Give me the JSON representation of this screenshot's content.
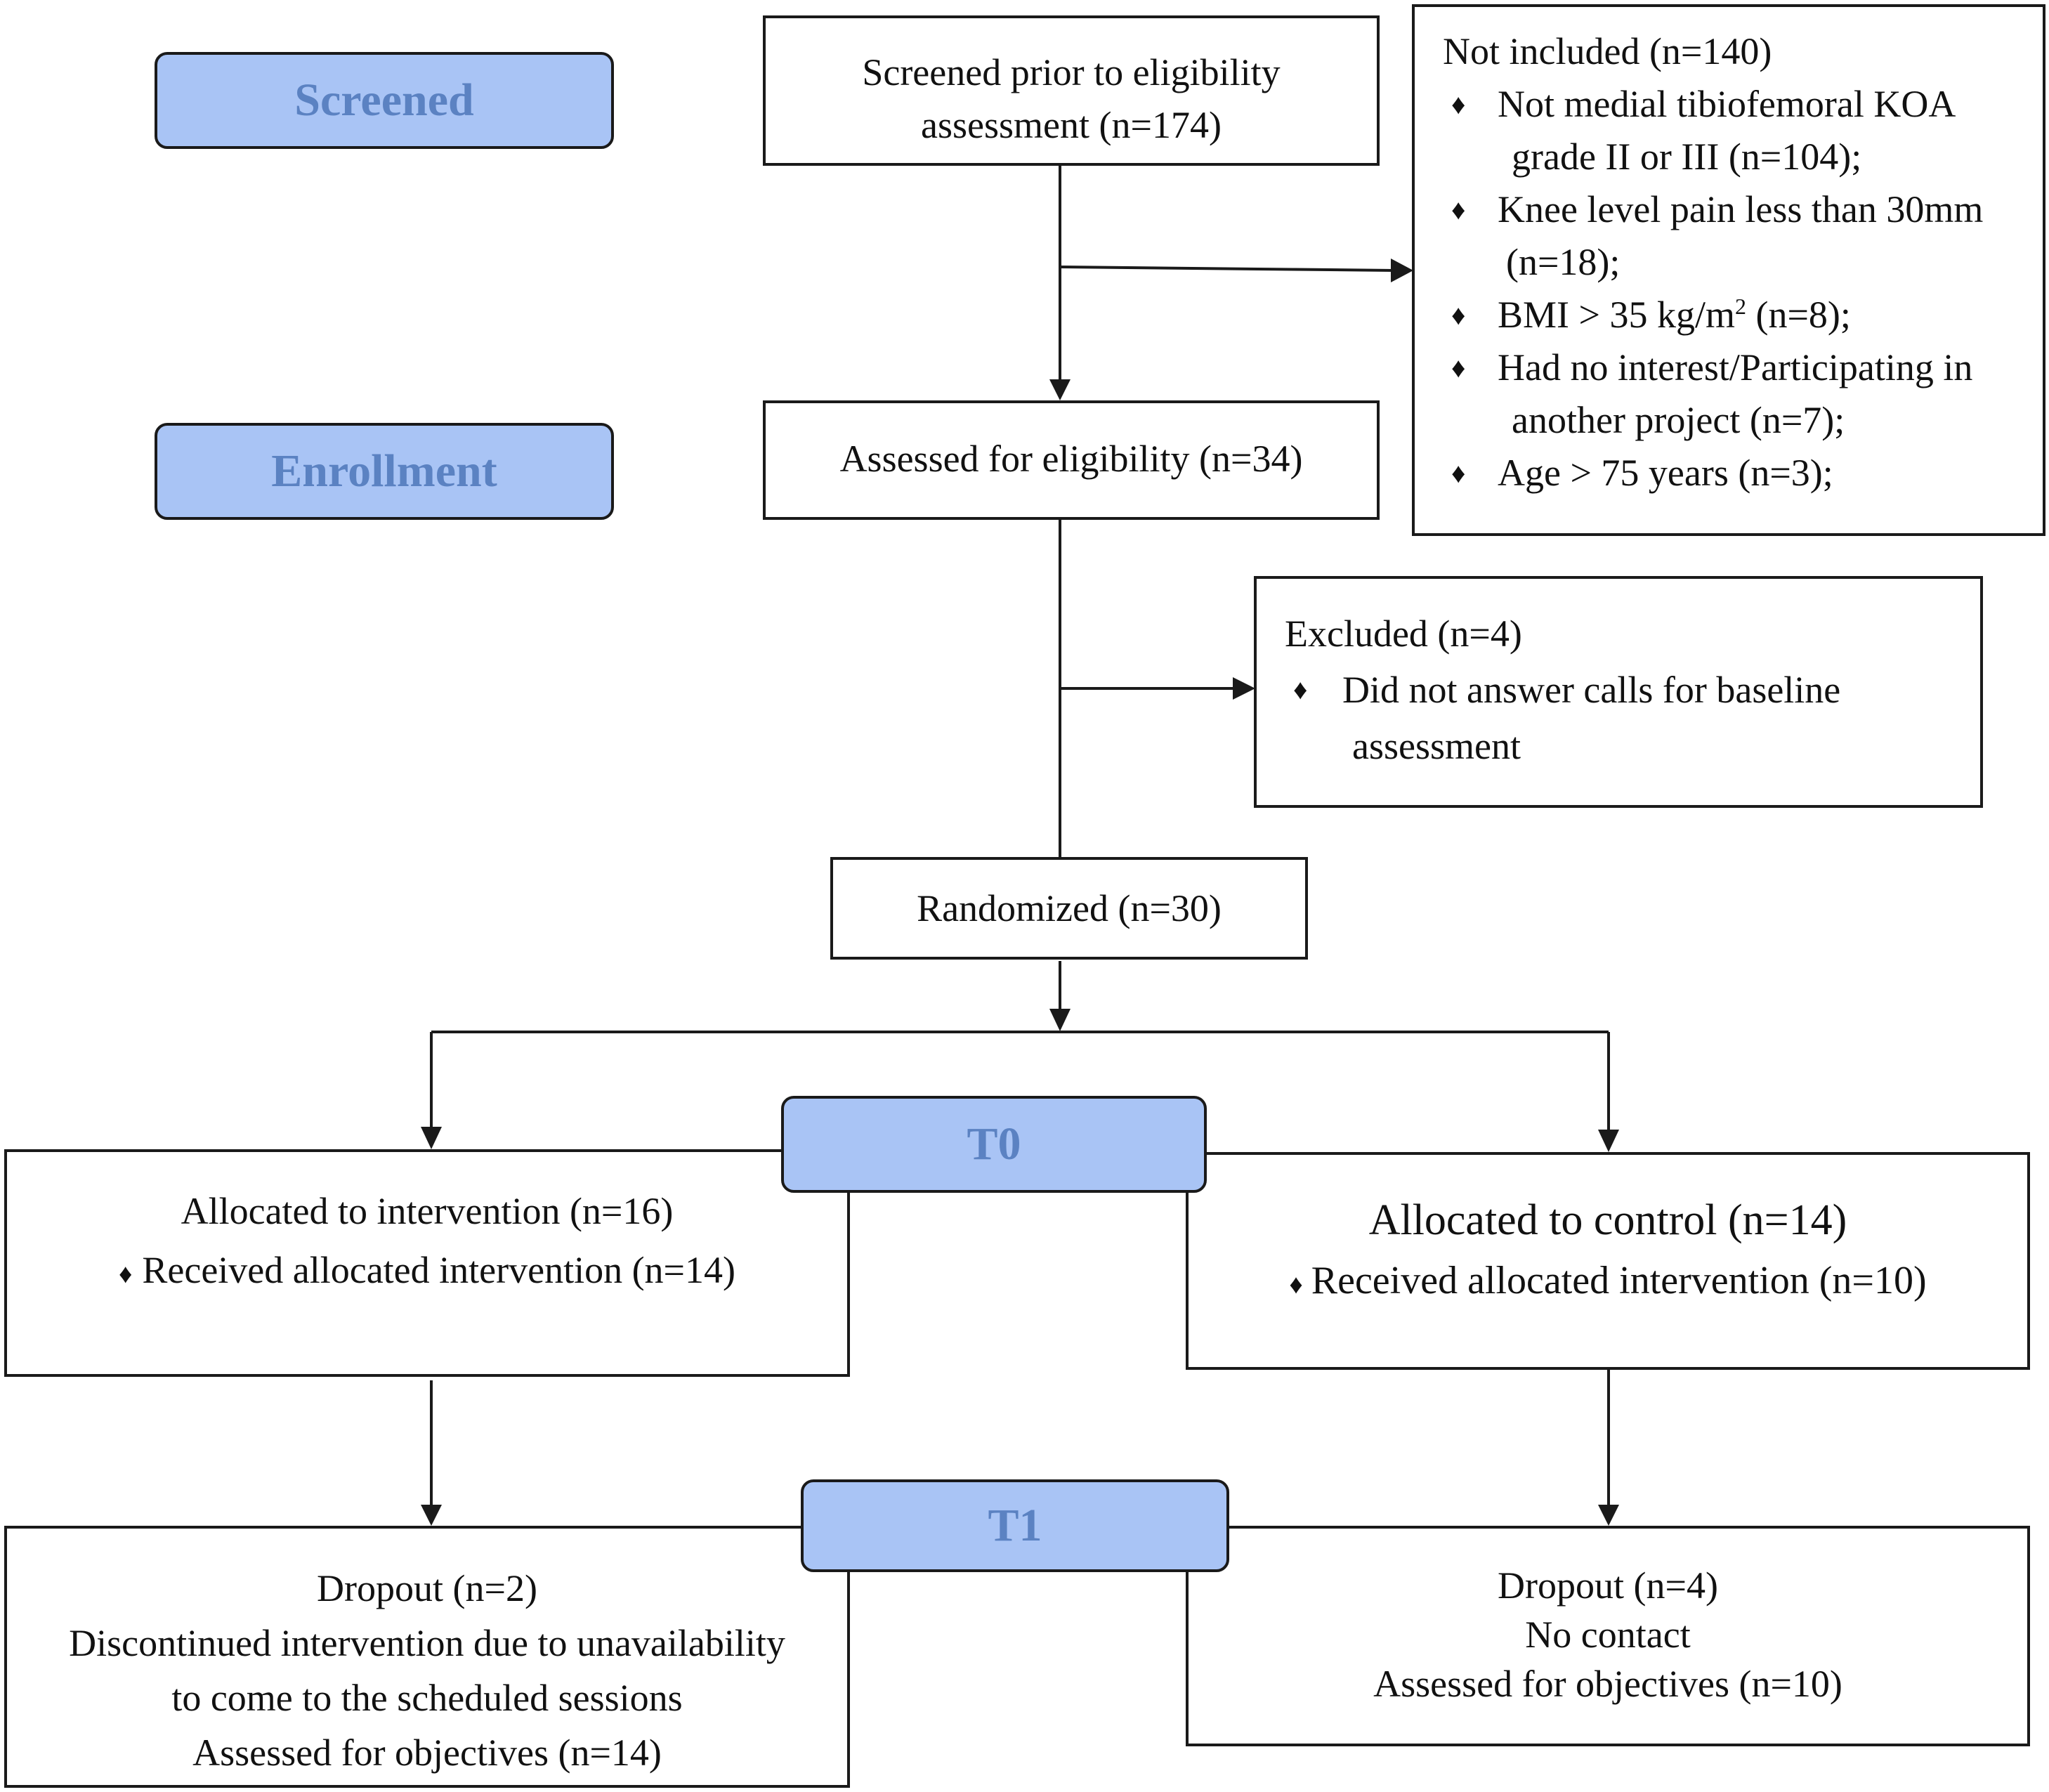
{
  "stages": {
    "screened": "Screened",
    "enrollment": "Enrollment",
    "t0": "T0",
    "t1": "T1"
  },
  "screened_box": {
    "line1": "Screened prior to eligibility",
    "line2": "assessment (n=174)"
  },
  "not_included": {
    "title": "Not included (n=140)",
    "bullet": "♦",
    "items": [
      {
        "line1": "Not medial tibiofemoral KOA",
        "line2": "grade II or III (n=104);"
      },
      {
        "line1": "Knee level pain less than 30mm",
        "line2": "(n=18);"
      },
      {
        "pre": "BMI > 35 kg/m",
        "sup": "2",
        "post": " (n=8);"
      },
      {
        "line1": "Had no interest/Participating in",
        "line2": "another project  (n=7);"
      },
      {
        "line1": "Age > 75 years  (n=3);"
      }
    ]
  },
  "assessed_box": {
    "text": "Assessed for eligibility (n=34)"
  },
  "excluded": {
    "title": "Excluded (n=4)",
    "item_line1": "Did not answer calls for baseline",
    "item_line2": "assessment"
  },
  "randomized_box": {
    "text": "Randomized (n=30)"
  },
  "intervention": {
    "title": "Allocated to intervention (n=16)",
    "item": "Received allocated intervention (n=14)"
  },
  "control": {
    "title": "Allocated to control (n=14)",
    "item": "Received allocated intervention (n=10)"
  },
  "dropout_left": {
    "line1": "Dropout (n=2)",
    "line2": "Discontinued intervention due to unavailability",
    "line3": "to come to the scheduled sessions",
    "line4": "Assessed for objectives (n=14)"
  },
  "dropout_right": {
    "line1": "Dropout (n=4)",
    "line2": "No contact",
    "line3": "Assessed for objectives (n=10)"
  }
}
